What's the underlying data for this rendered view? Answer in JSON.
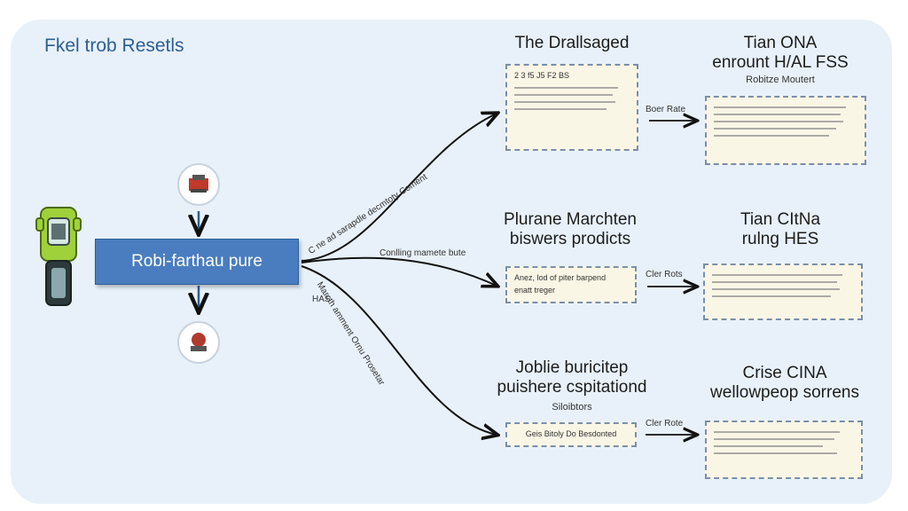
{
  "title": "Fkel trob Resetls",
  "source": {
    "label": "Robi-farthau pure"
  },
  "columns": [
    {
      "heading": [
        "The Drallsaged"
      ],
      "sub": "",
      "card": [
        "2 3 f5 J5 F2 BS"
      ],
      "edge_label": "Boer Rate",
      "right_heading": [
        "Tian ONA",
        "enrount H/AL FSS"
      ],
      "right_sub": "Robitze Moutert"
    },
    {
      "heading": [
        "Plurane Marchten",
        "biswers prodicts"
      ],
      "sub": "",
      "card": [
        "Anez, lod of piter barpend",
        "enatt treger"
      ],
      "edge_label": "Cler Rots",
      "right_heading": [
        "Tian CItNa",
        "rulng HES"
      ],
      "right_sub": ""
    },
    {
      "heading": [
        "Joblie buricitep",
        "puishere cspitationd"
      ],
      "sub": "Siloibtors",
      "card": [
        "Geis Bitoly Do Besdonted"
      ],
      "edge_label": "Cler Rote",
      "right_heading": [
        "Crise CINA",
        "wellowpeop sorrens"
      ],
      "right_sub": ""
    }
  ],
  "branch_labels": {
    "upper": "C ne ad sarapdle decmtoty Coment",
    "middle": "Conlling mamete bute",
    "lower_a": "Marcth amment Ornu Prosetar",
    "lower_b": "HAS"
  },
  "colors": {
    "panel": "#e8f1f9",
    "accent": "#4a7dbf",
    "title": "#2c5f93",
    "card": "#faf6e6",
    "border": "#7a8fa8"
  },
  "icons": [
    "robot-device-icon",
    "badge-top-icon",
    "badge-bottom-icon",
    "arrow-icon"
  ]
}
